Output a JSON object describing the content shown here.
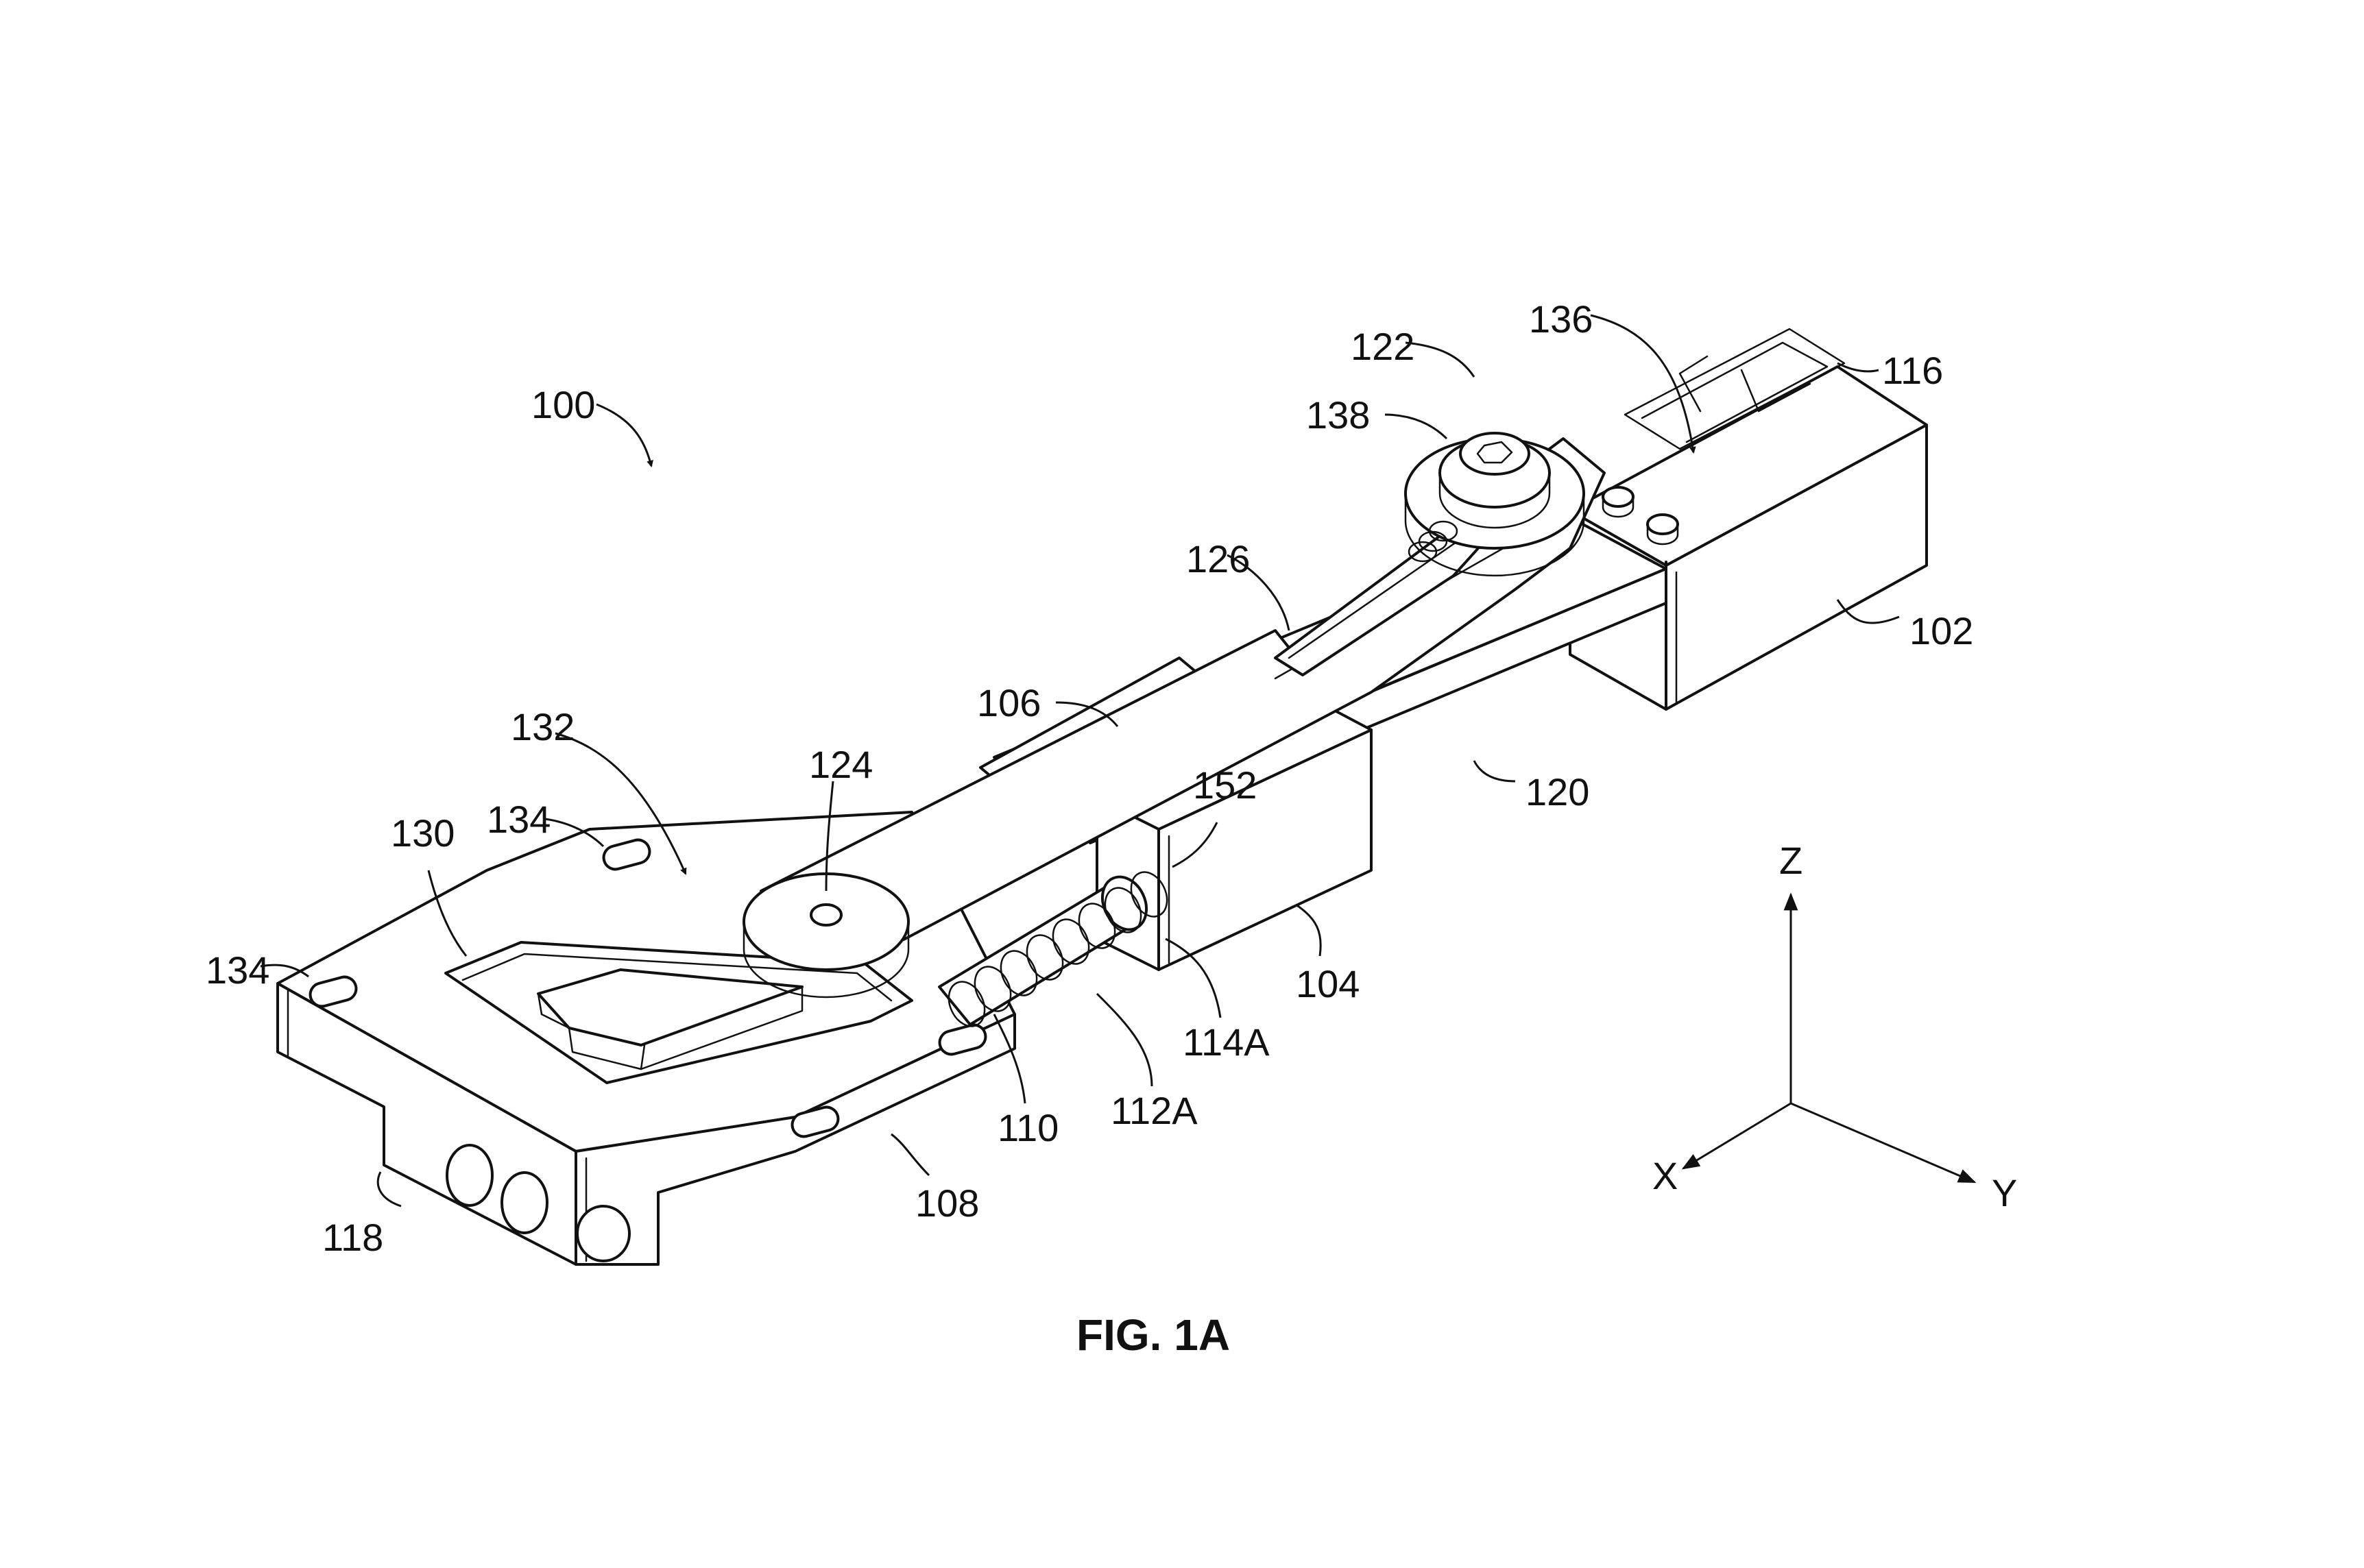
{
  "figure": {
    "caption": "FIG. 1A",
    "labels": {
      "l100": "100",
      "l102": "102",
      "l104": "104",
      "l106": "106",
      "l108": "108",
      "l110": "110",
      "l112a": "112A",
      "l114a": "114A",
      "l116": "116",
      "l118": "118",
      "l120": "120",
      "l122": "122",
      "l124": "124",
      "l126": "126",
      "l130": "130",
      "l132": "132",
      "l134a": "134",
      "l134b": "134",
      "l136": "136",
      "l138": "138",
      "l152": "152"
    },
    "axes": {
      "x": "X",
      "y": "Y",
      "z": "Z"
    }
  }
}
